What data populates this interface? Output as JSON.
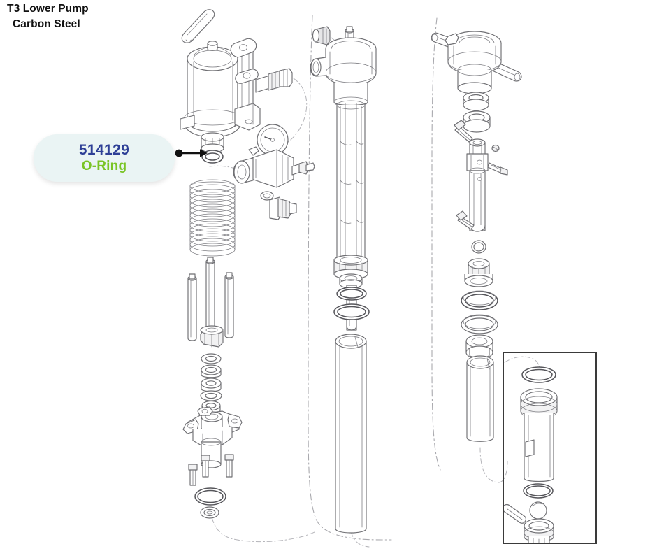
{
  "title": {
    "line1": "T3 Lower Pump",
    "line2": "Carbon Steel"
  },
  "callout": {
    "part_number": "514129",
    "part_name": "O-Ring",
    "number_color": "#2e3f96",
    "name_color": "#79c424",
    "background_color": "#eaf4f4",
    "leader_icon": "arrow-right-icon"
  },
  "diagram": {
    "type": "exploded-parts-diagram",
    "line_color": "#6e6e72",
    "background_color": "#ffffff",
    "columns": [
      {
        "name": "air-motor-column",
        "parts": [
          "dowel-pin",
          "air-motor-housing",
          "motor-mounting-bracket",
          "air-inlet-fitting",
          "pressure-regulator-gauge",
          "air-line-fitting",
          "coupling-nut",
          "target-o-ring",
          "coil-spring",
          "tie-rod-left",
          "tie-rod-center",
          "tie-rod-right",
          "jam-nut",
          "washer-stack",
          "seal-ring-1",
          "seal-ring-2",
          "seal-ring-3",
          "seal-ring-4",
          "adapter-manifold-block",
          "hex-bolt-left",
          "hex-bolt-center",
          "hex-bolt-right",
          "large-o-ring",
          "gasket-seal"
        ]
      },
      {
        "name": "displacement-cylinder-column",
        "parts": [
          "plug-fitting",
          "outlet-valve-housing",
          "side-outlet-port",
          "displacement-rod",
          "cylinder-body",
          "retaining-nut",
          "backup-ring",
          "o-ring-upper",
          "o-ring-lower",
          "suction-tube"
        ]
      },
      {
        "name": "piston-rod-column",
        "parts": [
          "packing-nut-with-handles",
          "handle-bar-left",
          "handle-bar-right",
          "throat-bushing",
          "packing-gland",
          "set-screw-upper",
          "rod-coupling",
          "set-screw-ball",
          "set-screw-side",
          "piston-rod",
          "set-screw-lower",
          "small-o-ring",
          "piston-valve-nut",
          "piston-packing-upper",
          "piston-packing-lower",
          "piston-seat",
          "intake-tube"
        ]
      }
    ],
    "detail_inset": {
      "name": "foot-valve-detail",
      "parts": [
        "foot-valve-o-ring-top",
        "foot-valve-housing",
        "foot-valve-o-ring-bottom",
        "check-ball",
        "retaining-pin",
        "foot-valve-seat"
      ],
      "border_color": "#3a3a3a"
    }
  }
}
